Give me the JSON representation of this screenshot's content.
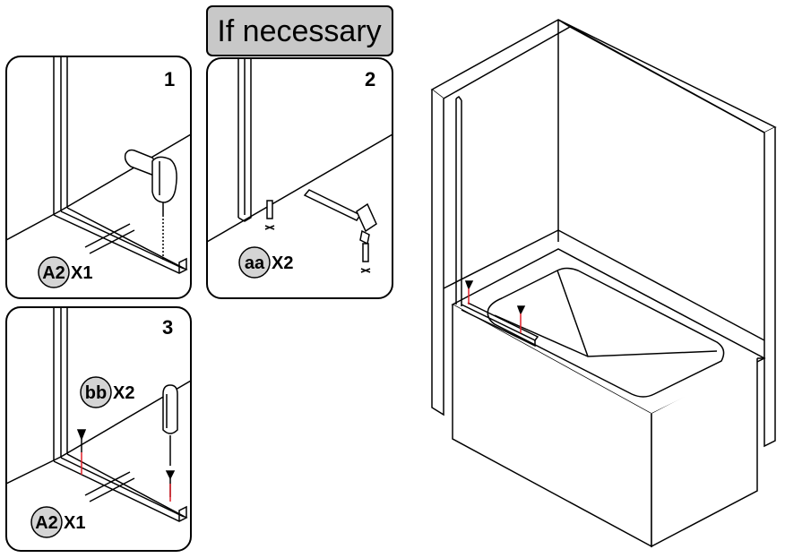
{
  "banner": {
    "label": "If necessary"
  },
  "steps": [
    {
      "number": "1",
      "part_code": "A2",
      "quantity": "X1"
    },
    {
      "number": "2",
      "part_code": "aa",
      "quantity": "X2"
    },
    {
      "number": "3",
      "part_code": "bb",
      "quantity": "X2",
      "part_code_2": "A2",
      "quantity_2": "X1"
    }
  ],
  "colors": {
    "outline": "#000000",
    "badge_fill": "#d4d4d4",
    "banner_fill": "#c8c8c8",
    "accent_red": "#e0202a"
  }
}
